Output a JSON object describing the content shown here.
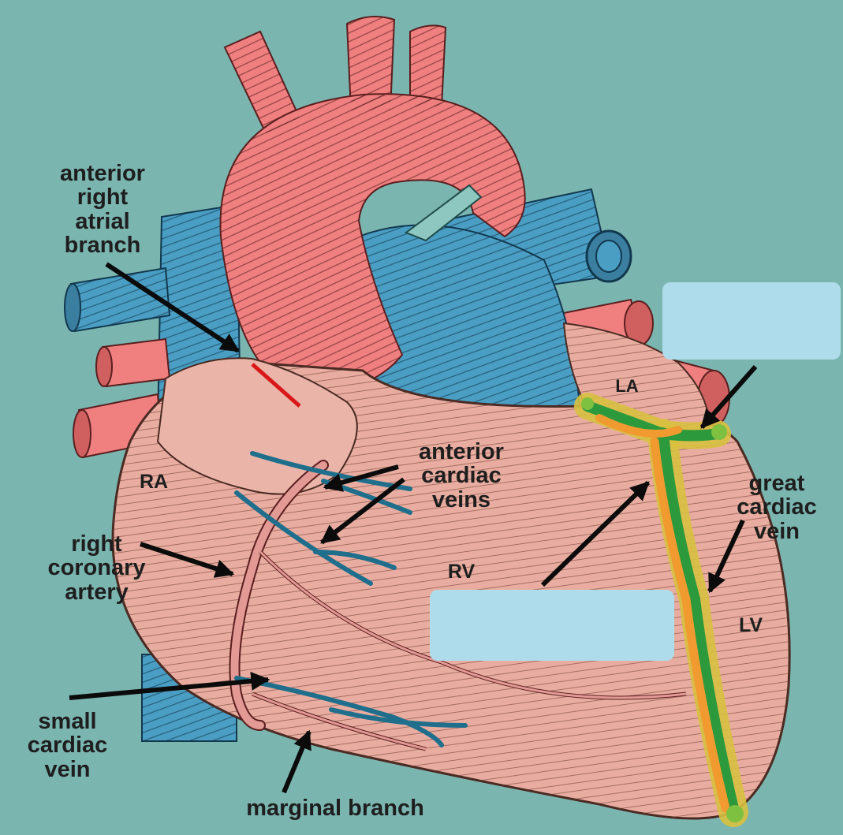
{
  "diagram": {
    "labels": {
      "anterior_right_atrial_branch": [
        "anterior",
        "right",
        "atrial",
        "branch"
      ],
      "anterior_cardiac_veins": [
        "anterior",
        "cardiac",
        "veins"
      ],
      "great_cardiac_vein": [
        "great",
        "cardiac",
        "vein"
      ],
      "right_coronary_artery": [
        "right",
        "coronary",
        "artery"
      ],
      "small_cardiac_vein": [
        "small",
        "cardiac",
        "vein"
      ],
      "marginal_branch": "marginal branch"
    },
    "chamber_marks": {
      "ra": "RA",
      "rv": "RV",
      "la": "LA",
      "lv": "LV"
    },
    "answer_blanks": {
      "top_right": "",
      "center": ""
    },
    "colors": {
      "background": "#7ab5b0",
      "artery_red": "#f08080",
      "vein_blue": "#4a9ec4",
      "myocardium": "#e8ada0",
      "highlight_yellow": "#d8c040",
      "highlight_orange": "#f09a30",
      "highlight_green": "#2c9a3c",
      "blank_box": "#aedcea"
    }
  }
}
